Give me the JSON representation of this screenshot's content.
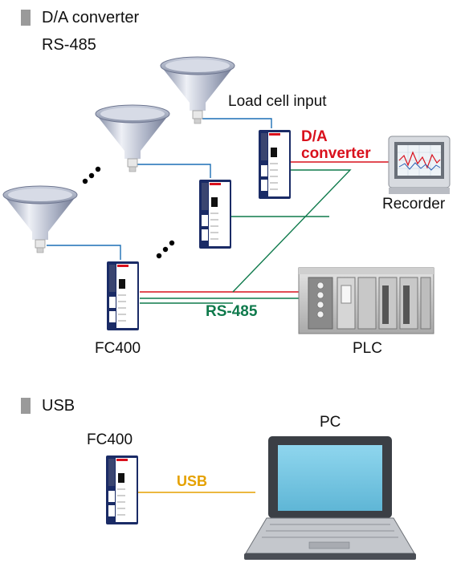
{
  "section1": {
    "title_line1": "D/A converter",
    "title_line2": "RS-485"
  },
  "section2": {
    "title": "USB"
  },
  "labels": {
    "load_cell_input": "Load cell input",
    "da_line1": "D/A",
    "da_line2": "converter",
    "recorder": "Recorder",
    "rs485": "RS-485",
    "fc400_top": "FC400",
    "plc": "PLC",
    "pc": "PC",
    "fc400_bottom": "FC400",
    "usb": "USB"
  },
  "colors": {
    "da_line": "#d9101c",
    "rs485_line": "#0f7a4c",
    "usb_line": "#e5a100",
    "loadcell_line": "#1c6fb5",
    "module_navy": "#1a2b66",
    "marker_gray": "#9a9a9a"
  }
}
